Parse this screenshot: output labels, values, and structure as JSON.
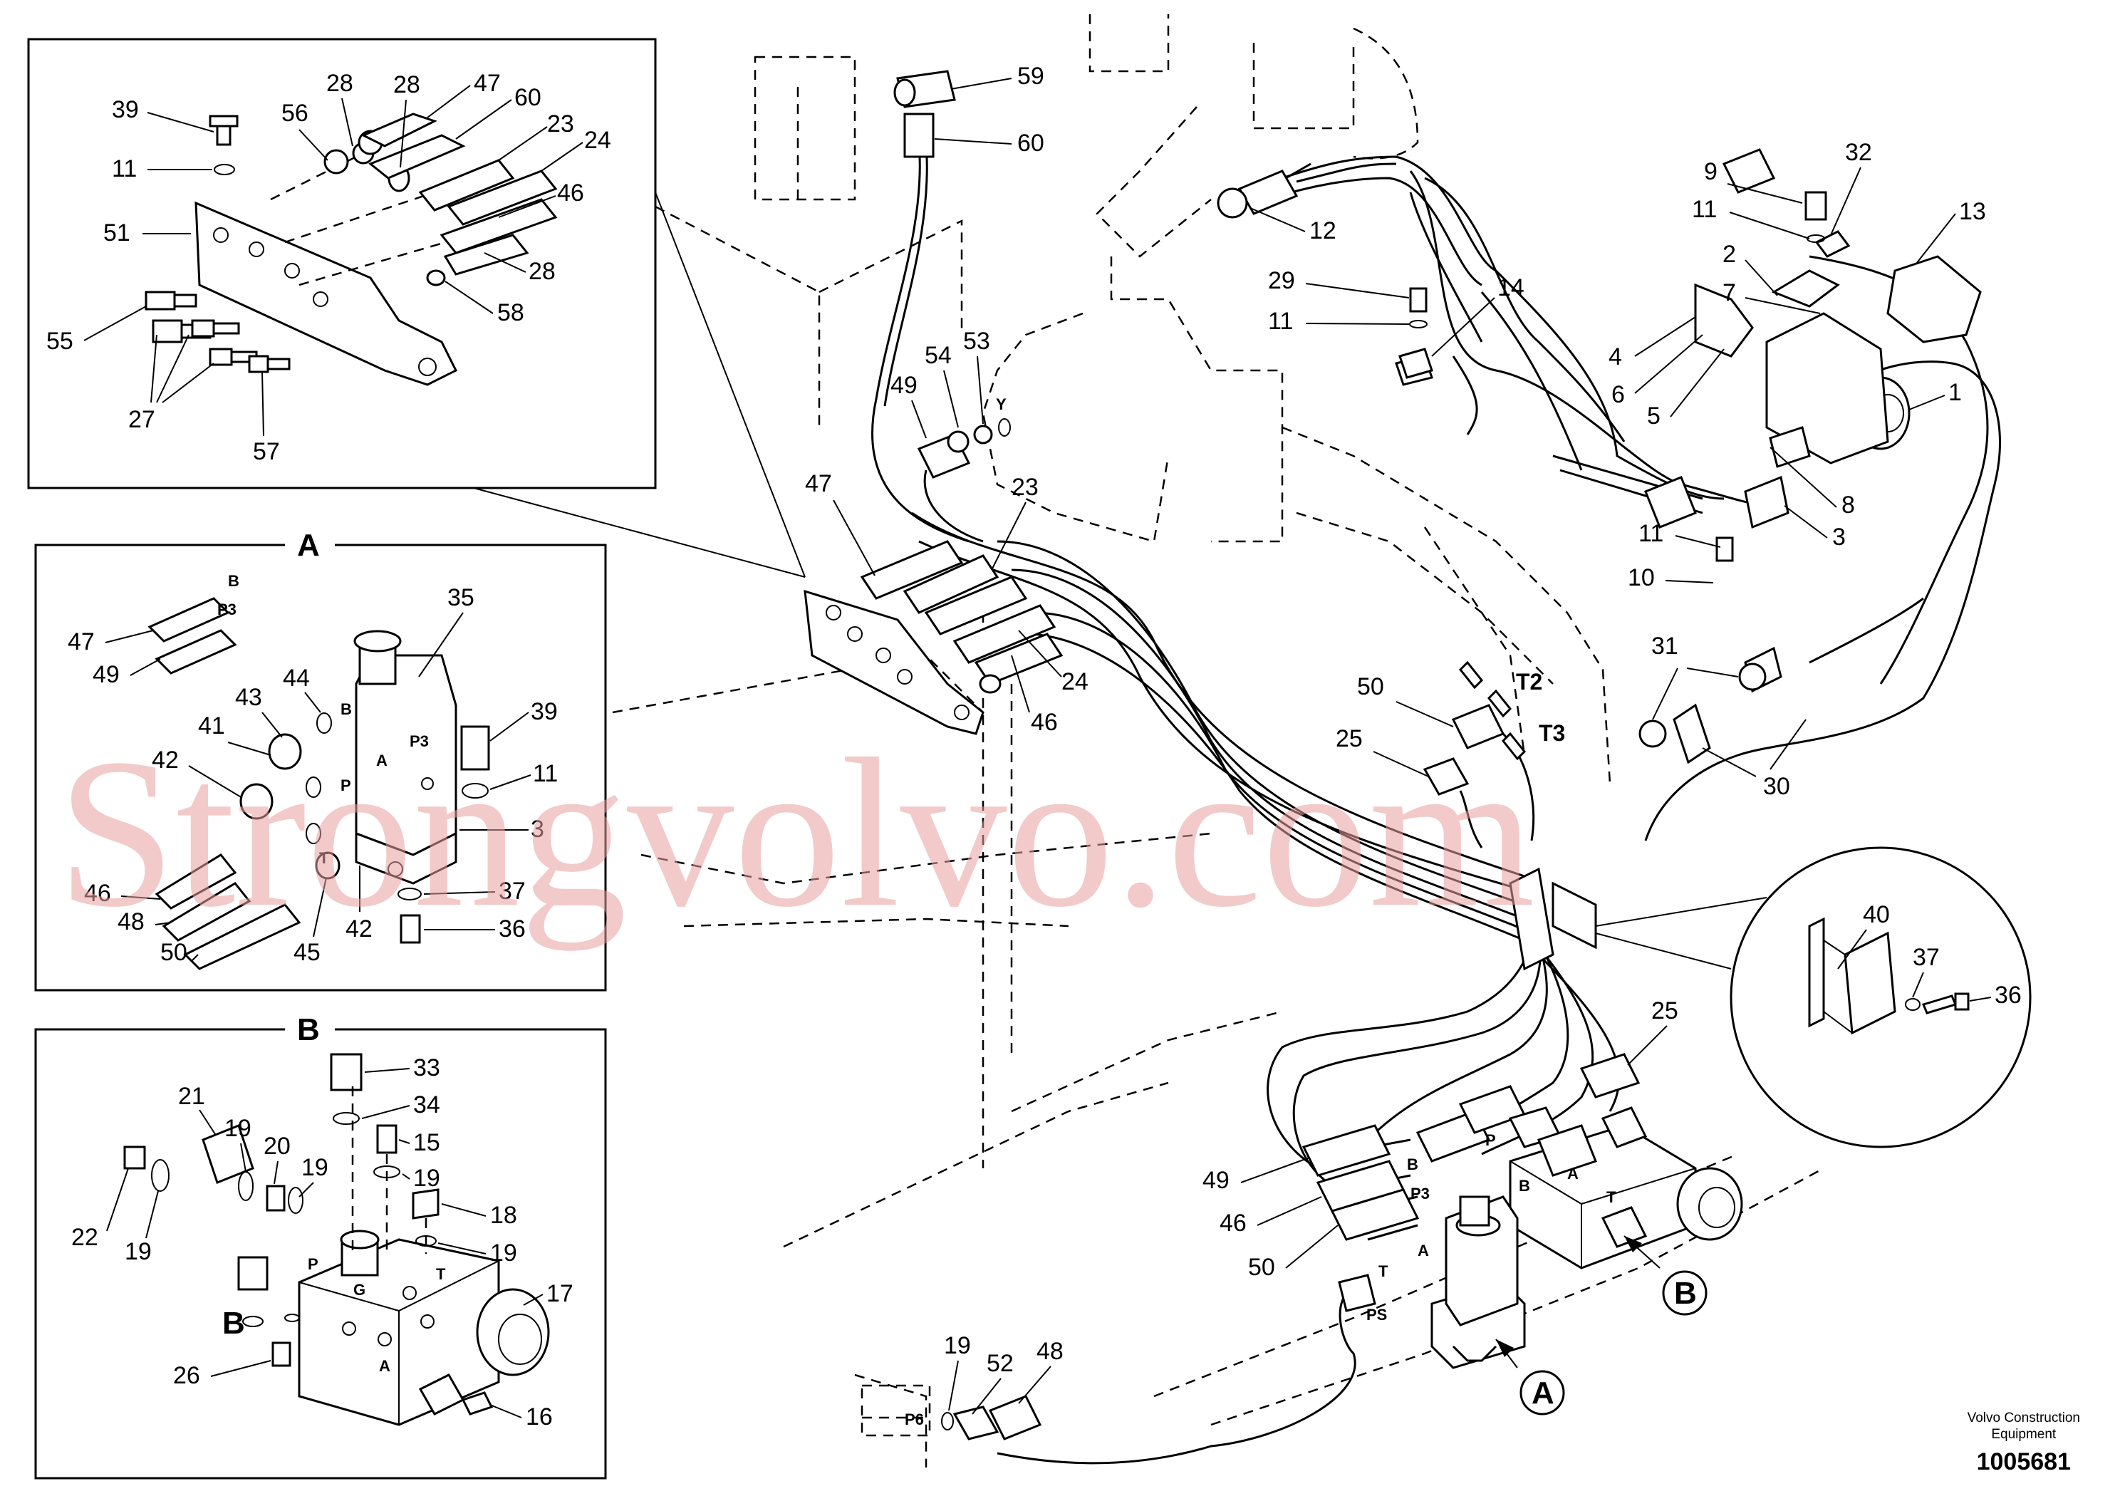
{
  "inset_callouts": [
    "39",
    "11",
    "51",
    "55",
    "27",
    "57",
    "56",
    "28",
    "28",
    "47",
    "60",
    "23",
    "24",
    "46",
    "28",
    "58"
  ],
  "view_a": {
    "heading": "A",
    "callouts": [
      "47",
      "49",
      "35",
      "43",
      "44",
      "41",
      "42",
      "39",
      "11",
      "3",
      "46",
      "48",
      "50",
      "45",
      "42",
      "37",
      "36"
    ],
    "port_labels": [
      "B",
      "P3",
      "B",
      "P3",
      "A",
      "P",
      "T"
    ]
  },
  "view_b": {
    "heading": "B",
    "callouts": [
      "33",
      "34",
      "15",
      "19",
      "18",
      "19",
      "21",
      "19",
      "20",
      "19",
      "22",
      "19",
      "17",
      "26",
      "16"
    ],
    "port_labels": [
      "P",
      "G",
      "T",
      "B",
      "A"
    ]
  },
  "main_callouts": [
    "59",
    "60",
    "12",
    "29",
    "11",
    "14",
    "9",
    "11",
    "32",
    "13",
    "2",
    "7",
    "4",
    "6",
    "5",
    "1",
    "8",
    "3",
    "11",
    "10",
    "49",
    "54",
    "53",
    "47",
    "23",
    "24",
    "46",
    "50",
    "25",
    "31",
    "30",
    "40",
    "37",
    "36",
    "25",
    "49",
    "46",
    "50",
    "19",
    "52",
    "48"
  ],
  "main_port_labels": [
    "T2",
    "T3",
    "B",
    "P3",
    "T",
    "A",
    "PS",
    "P",
    "B",
    "A",
    "T",
    "P6",
    "Y"
  ],
  "view_markers": [
    "A",
    "B"
  ],
  "watermark": "Strongvolvo.com",
  "footer": {
    "brand_line1": "Volvo Construction",
    "brand_line2": "Equipment",
    "drawing_number": "1005681"
  }
}
